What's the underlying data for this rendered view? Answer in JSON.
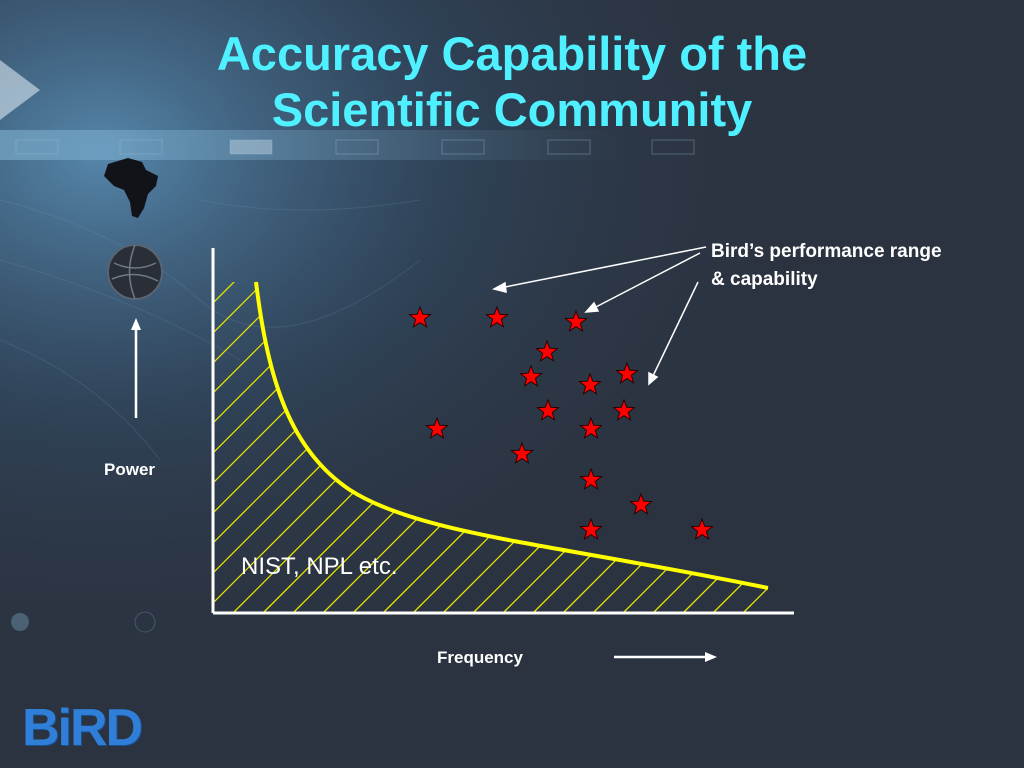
{
  "slide": {
    "title_line1": "Accuracy Capability of the",
    "title_line2": "Scientific Community",
    "callout_line1": "Bird’s performance range",
    "callout_line2": "& capability",
    "y_axis_label": "Power",
    "x_axis_label": "Frequency",
    "region_label": "NIST, NPL etc.",
    "logo_text": "BiRD"
  },
  "colors": {
    "title": "#4ff0ff",
    "curve": "#ffff00",
    "hatch": "#e6e600",
    "star_fill": "#ff0000",
    "star_stroke": "#2a0000",
    "axis": "#ffffff",
    "logo": "#2f7fd8"
  },
  "icons": {
    "map": "africa-map-icon",
    "globe": "globe-icon",
    "star": "star-icon"
  }
}
